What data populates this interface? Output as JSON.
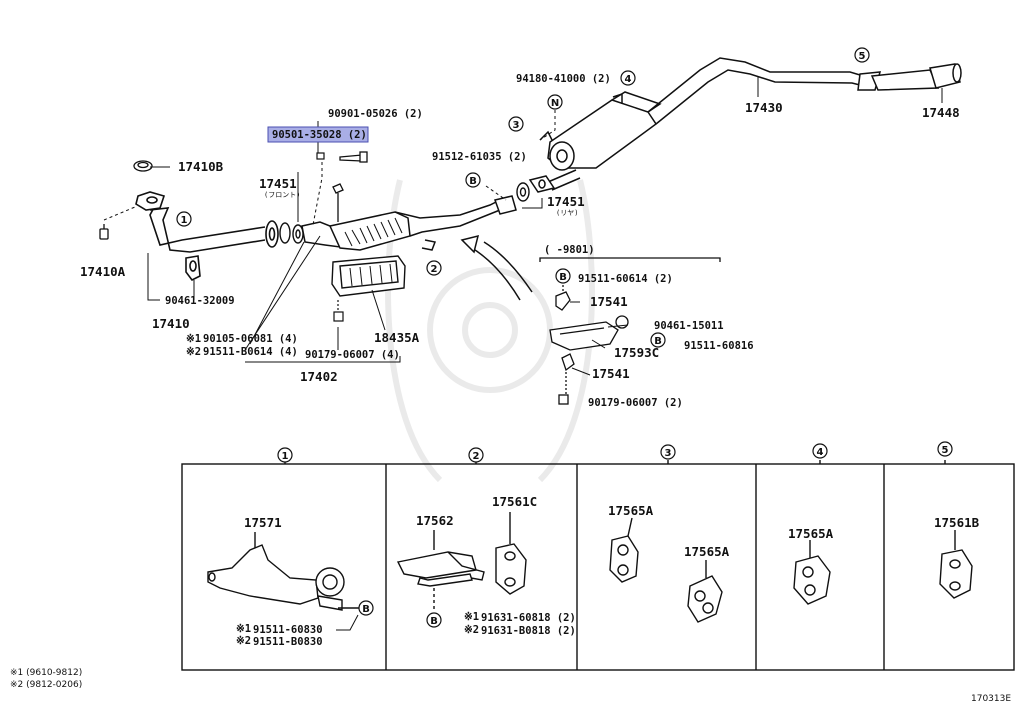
{
  "diagram": {
    "title_code": "170313E",
    "footnotes": [
      "※1 (9610-9812)",
      "※2 (9812-0206)"
    ],
    "callouts": {
      "c1": "1",
      "c2": "2",
      "c3": "3",
      "c4": "4",
      "c5": "5",
      "n": "N",
      "b": "B"
    },
    "upper": {
      "p_90901_05026": "90901-05026 (2)",
      "p_90501_35028": "90501-35028 (2)",
      "p_17410B": "17410B",
      "p_17451_front": "17451",
      "p_17451_front_note": "(フロント)",
      "p_17410A": "17410A",
      "p_90461_32009": "90461-32009",
      "p_17410": "17410",
      "p_90105_06081": "90105-06081 (4)",
      "p_91511_B0614": "91511-B0614 (4)",
      "mark1": "※1",
      "mark2": "※2",
      "p_90179_06007": "90179-06007 (4)",
      "p_18435A": "18435A",
      "p_17402": "17402",
      "p_94180_41000": "94180-41000 (2)",
      "p_91512_61035": "91512-61035 (2)",
      "p_17451_rear": "17451",
      "p_17451_rear_note": "(リヤ)",
      "p_17430": "17430",
      "p_17448": "17448"
    },
    "inset": {
      "range": "(        -9801)",
      "p_91511_60614": "91511-60614 (2)",
      "p_17541_a": "17541",
      "p_90461_15011": "90461-15011",
      "p_91511_60816": "91511-60816",
      "p_17593C": "17593C",
      "p_17541_b": "17541",
      "p_90179_06007": "90179-06007 (2)"
    },
    "boxes": {
      "b1_part": "17571",
      "b1_p1": "91511-60830",
      "b1_p2": "91511-B0830",
      "b2_part_a": "17562",
      "b2_part_b": "17561C",
      "b2_p1": "91631-60818 (2)",
      "b2_p2": "91631-B0818 (2)",
      "b3_part_a": "17565A",
      "b3_part_b": "17565A",
      "b4_part": "17565A",
      "b5_part": "17561B"
    }
  }
}
